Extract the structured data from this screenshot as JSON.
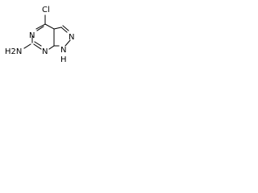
{
  "molecule": {
    "atom_labels": {
      "chlorine": "Cl",
      "amine": "H2N",
      "n1": "N",
      "n3": "N",
      "n7": "N",
      "n9": "N",
      "n9_h": "H"
    },
    "colors": {
      "bond": "#000000",
      "label": "#000000",
      "background": "#ffffff"
    }
  }
}
